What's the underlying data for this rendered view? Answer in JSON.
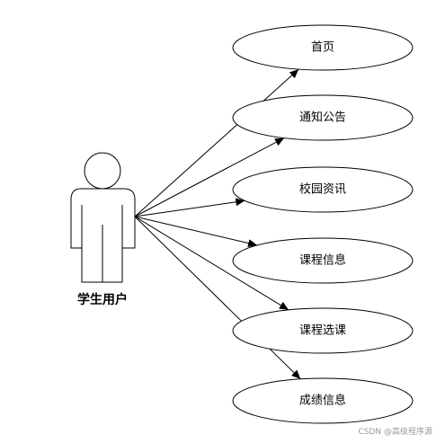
{
  "actor": {
    "label": "学生用户",
    "icon": "stick-figure"
  },
  "use_cases": [
    {
      "label": "首页"
    },
    {
      "label": "通知公告"
    },
    {
      "label": "校园资讯"
    },
    {
      "label": "课程信息"
    },
    {
      "label": "课程选课"
    },
    {
      "label": "成绩信息"
    }
  ],
  "watermark": "CSDN @高级程序源",
  "colors": {
    "stroke": "#000000",
    "background": "#ffffff",
    "watermark": "#9a9a9a"
  }
}
